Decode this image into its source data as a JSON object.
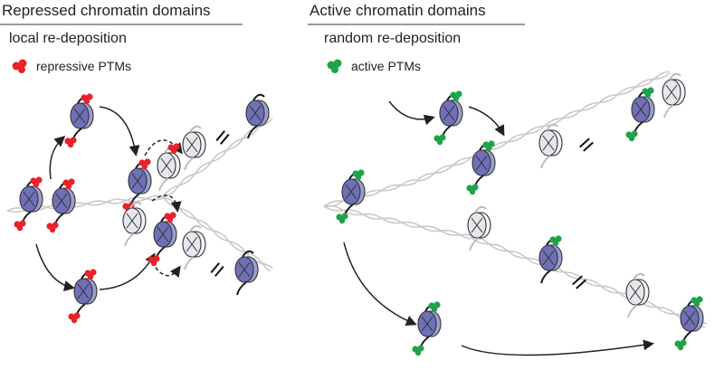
{
  "left_panel": {
    "title": "Repressed chromatin domains",
    "subtitle": "local re-deposition",
    "legend_label": "repressive PTMs",
    "mark_color": "#e8222b"
  },
  "right_panel": {
    "title": "Active chromatin domains",
    "subtitle": "random re-deposition",
    "legend_label": "active PTMs",
    "mark_color": "#1fa34a"
  },
  "colors": {
    "nucleosome_marked": "#6f70b8",
    "nucleosome_new": "#e6e6ee",
    "dna": "#c9c9c9",
    "tail": "#1a1a1a"
  }
}
